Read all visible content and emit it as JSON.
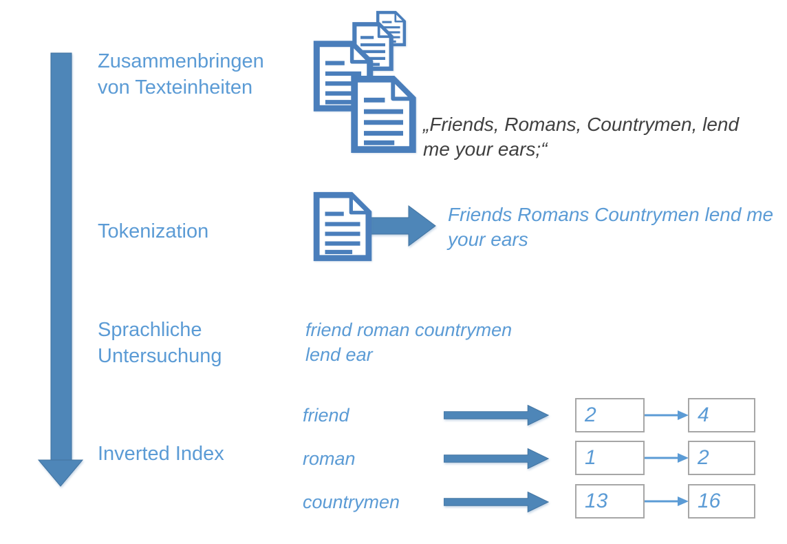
{
  "palette": {
    "accent-text": "#5B9BD5",
    "shape-fill": "#4E86B8",
    "shape-stroke": "#4173A0",
    "doc-stroke": "#4A7EBB",
    "quote-text": "#404040",
    "box-border": "#A6A6A6"
  },
  "steps": {
    "collect": {
      "label": "Zusammenbringen\nvon Texteinheiten"
    },
    "tokenization": {
      "label": "Tokenization"
    },
    "linguistic": {
      "label": "Sprachliche\nUntersuchung"
    },
    "inverted_index": {
      "label": "Inverted Index"
    }
  },
  "texts": {
    "quote": "„Friends, Romans, Countrymen, lend\nme your ears;“",
    "tokenized": "Friends Romans Countrymen lend me\nyour ears",
    "linguistic_output": "friend roman countrymen\nlend ear"
  },
  "inverted_index": {
    "rows": [
      {
        "term": "friend",
        "postings": [
          "2",
          "4"
        ]
      },
      {
        "term": "roman",
        "postings": [
          "1",
          "2"
        ]
      },
      {
        "term": "countrymen",
        "postings": [
          "13",
          "16"
        ]
      }
    ]
  },
  "icons": {
    "down_arrow": "arrow-down-icon",
    "document": "document-icon",
    "right_arrow": "arrow-right-icon"
  }
}
